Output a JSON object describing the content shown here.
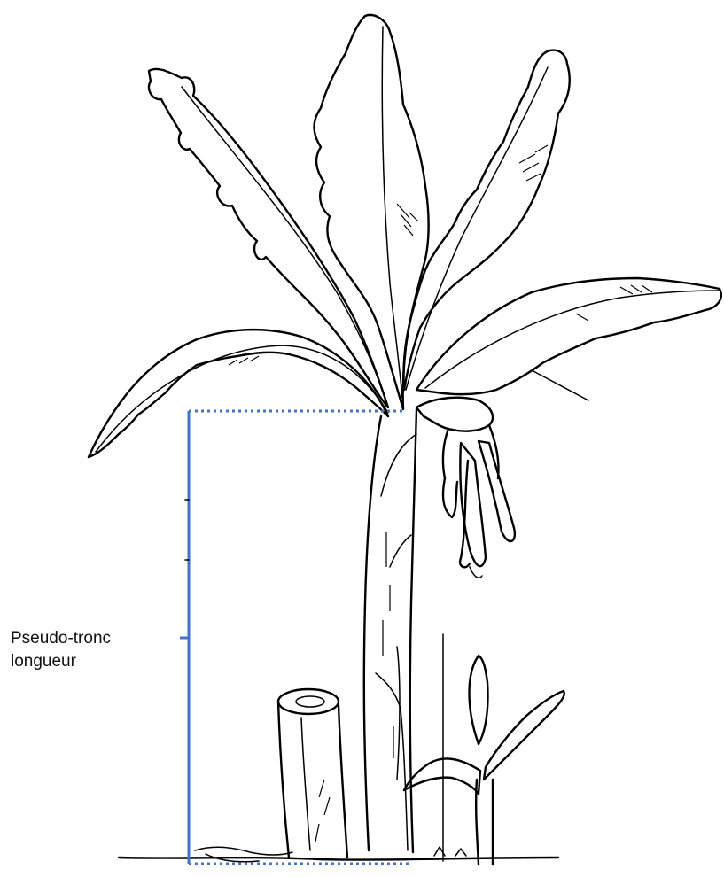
{
  "measure": {
    "label_line1": "Pseudo-tronc",
    "label_line2": "longueur",
    "color": "#4472c4"
  },
  "illustration": {
    "subject": "banana-plant",
    "parts": [
      "leaves",
      "pseudostem",
      "bunch",
      "cut-stump",
      "sucker",
      "ground"
    ]
  }
}
